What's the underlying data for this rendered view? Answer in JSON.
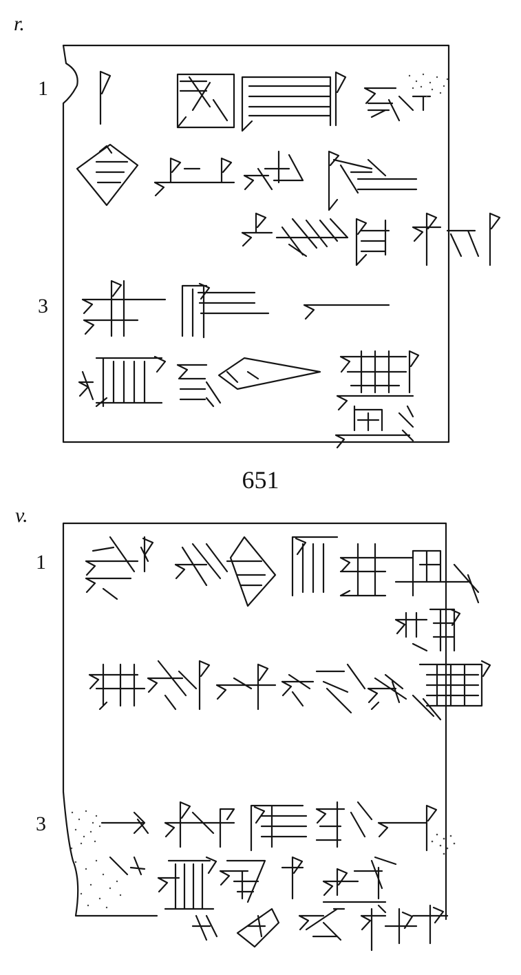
{
  "obverse": {
    "face_label": "r.",
    "line_numbers": [
      "1",
      "3"
    ]
  },
  "catalog_number": "651",
  "reverse": {
    "face_label": "v.",
    "line_numbers": [
      "1",
      "3"
    ]
  },
  "ink_color": "#151515",
  "paper_color": "#ffffff"
}
